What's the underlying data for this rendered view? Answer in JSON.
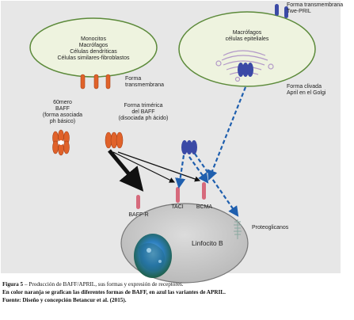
{
  "labels": {
    "monocytes_cell": "Monocitos\nMacrófagos\nCélulas dendríticas\nCélulas similares-fibroblastos",
    "macrophage_cell": "Macrófagos\ncélulas epiteliales",
    "transmembrane_form": "Forma\ntransmembrana",
    "transmembrane_twe_prl": "Forma transmembrana\nTwe-PRIL",
    "cleaved_form": "Forma clivada\nApril en el Golgi",
    "baff_60mer": "60mero\nBAFF\n(forma asociada\nph básico)",
    "baff_trimer": "Forma trimérica\ndel BAFF\n(disociada ph ácido)",
    "taci": "TACI",
    "bcma": "BCMA",
    "baff_r": "BAFF-R",
    "lymphocyte": "Linfocito B",
    "proteoglycans": "Proteoglicanos"
  },
  "caption": {
    "figure_number": "Figura 5",
    "title": " – Producción de BAFF/APRIL, sus formas y expresión de receptores.",
    "line2": "En color naranja se grafican las diferentes formas de BAFF, en azul las variantes de APRIL.",
    "line3": "Fuente: Diseño y concepción Betancur et al. (2015)."
  },
  "colors": {
    "baff_orange": "#e0622a",
    "april_blue": "#3b4aa6",
    "arrow_blue": "#1f5fae",
    "cell_green": "#eef3df",
    "cell_outline": "#5c8a3a",
    "lymphocyte_gray": "#c9c9c9",
    "nucleus_blue": "#2d7fbf"
  }
}
